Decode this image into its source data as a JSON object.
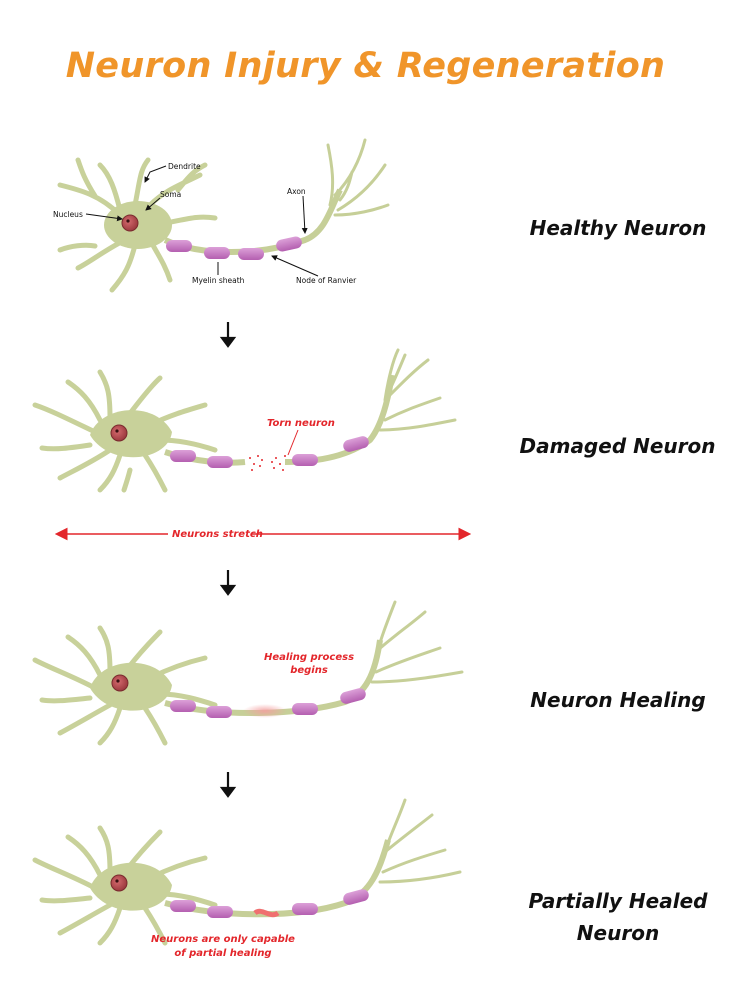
{
  "title": "Neuron Injury & Regeneration",
  "colors": {
    "title": "#f0952a",
    "soma": "#c8d19a",
    "axon": "#c6cf98",
    "myelin": "#c878c4",
    "nucleus": "#b54a4f",
    "injury_red": "#e3262b"
  },
  "stages": [
    {
      "label": "Healthy Neuron"
    },
    {
      "label": "Damaged Neuron"
    },
    {
      "label": "Neuron Healing"
    },
    {
      "label": "Partially Healed",
      "label2": "Neuron"
    }
  ],
  "anatomy_labels": {
    "dendrite": "Dendrite",
    "soma": "Soma",
    "nucleus": "Nucleus",
    "axon": "Axon",
    "myelin": "Myelin sheath",
    "node": "Node of Ranvier"
  },
  "annotations": {
    "torn": "Torn neuron",
    "stretch": "Neurons stretch",
    "healing_line1": "Healing process",
    "healing_line2": "begins",
    "partial_line1": "Neurons are only capable",
    "partial_line2": "of partial healing"
  }
}
